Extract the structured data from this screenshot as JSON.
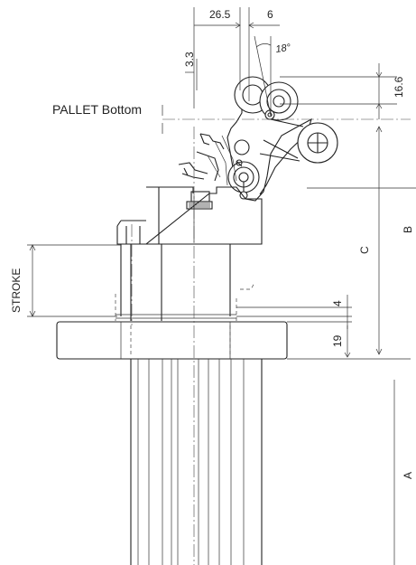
{
  "dimensions": {
    "top_left": "26.5",
    "top_right": "6",
    "vertical_small": "3.3",
    "angle": "18°",
    "right_top": "16.6",
    "pallet_bottom": "PALLET Bottom",
    "stroke": "STROKE",
    "b": "B",
    "c": "C",
    "four": "4",
    "nineteen": "19",
    "a": "A"
  }
}
